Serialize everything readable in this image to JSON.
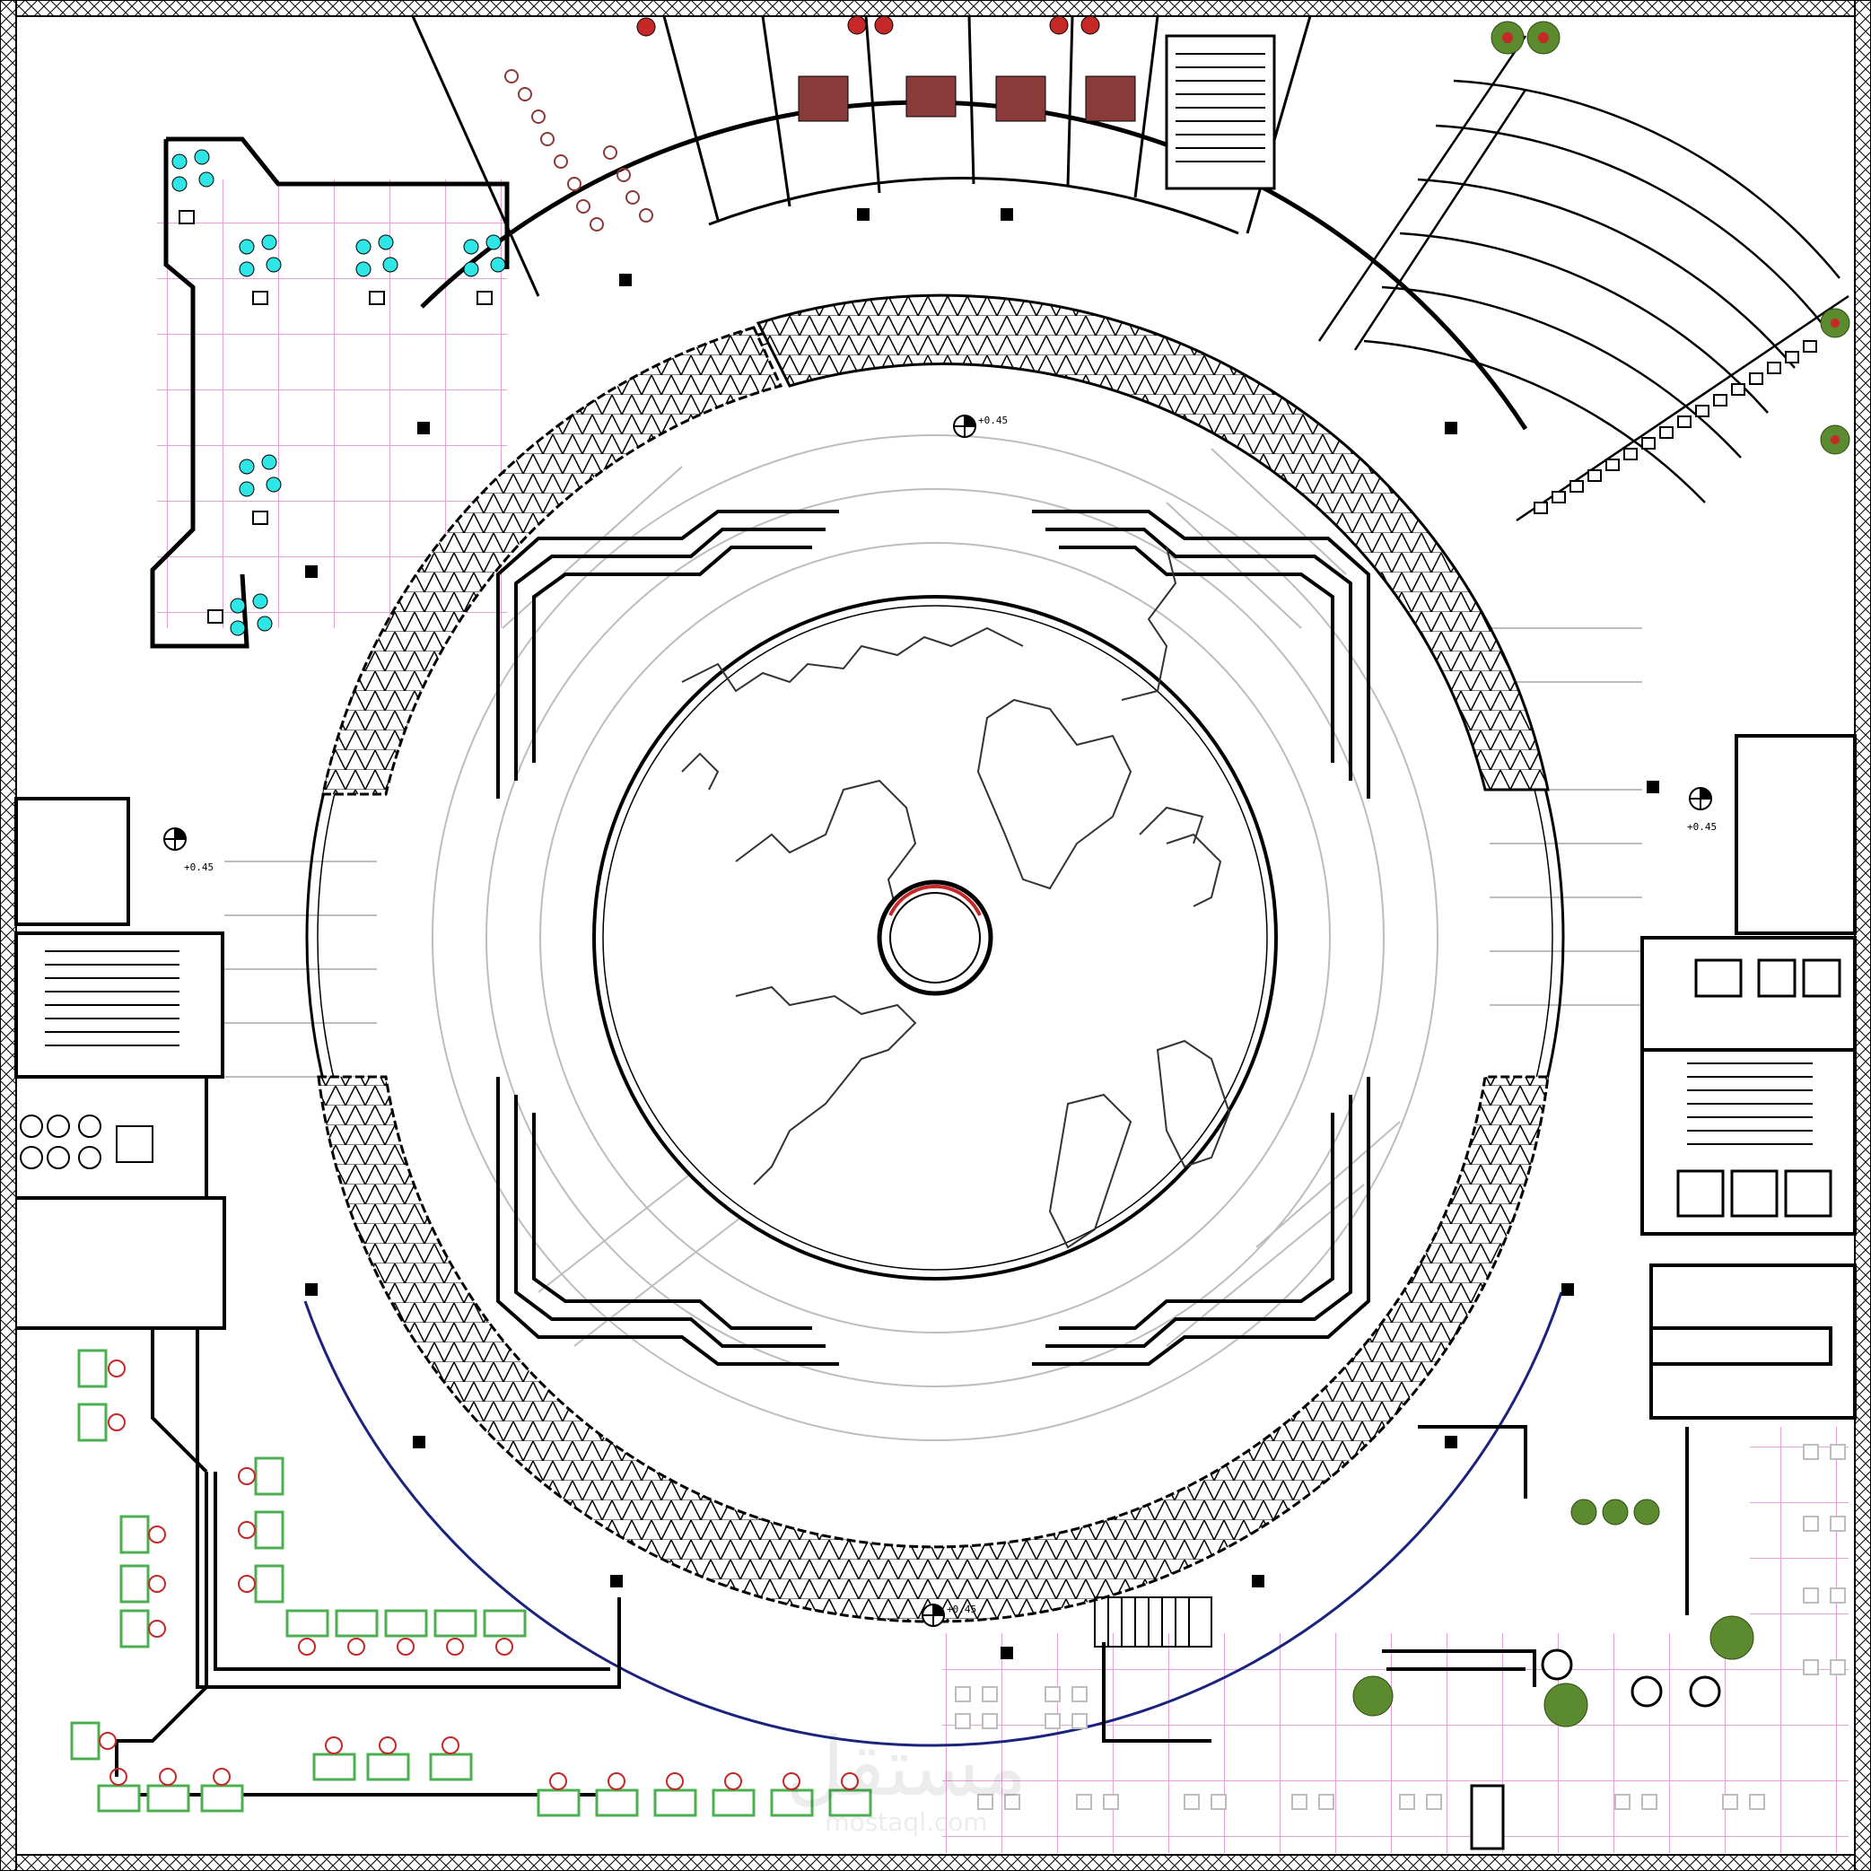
{
  "drawing": {
    "type": "architectural-floor-plan",
    "line_color": "#000000",
    "grid_color": "#e4a0d8",
    "guide_color": "#bdbdbd",
    "chair_fill": "#2ee6e6",
    "furniture_red": "#8b3a3a",
    "plant_green": "#5c8a2e",
    "blue_edge": "#1a237e",
    "level_marks": [
      {
        "id": "north",
        "text": "+0.45"
      },
      {
        "id": "west",
        "text": "+0.45"
      },
      {
        "id": "east",
        "text": "+0.45"
      },
      {
        "id": "south",
        "text": "+0.45"
      }
    ],
    "center_globe": {
      "icon": "world-map-globe",
      "description_visible": false
    },
    "watermark": {
      "text": "مستقل",
      "subtext": "mostaql.com"
    }
  }
}
